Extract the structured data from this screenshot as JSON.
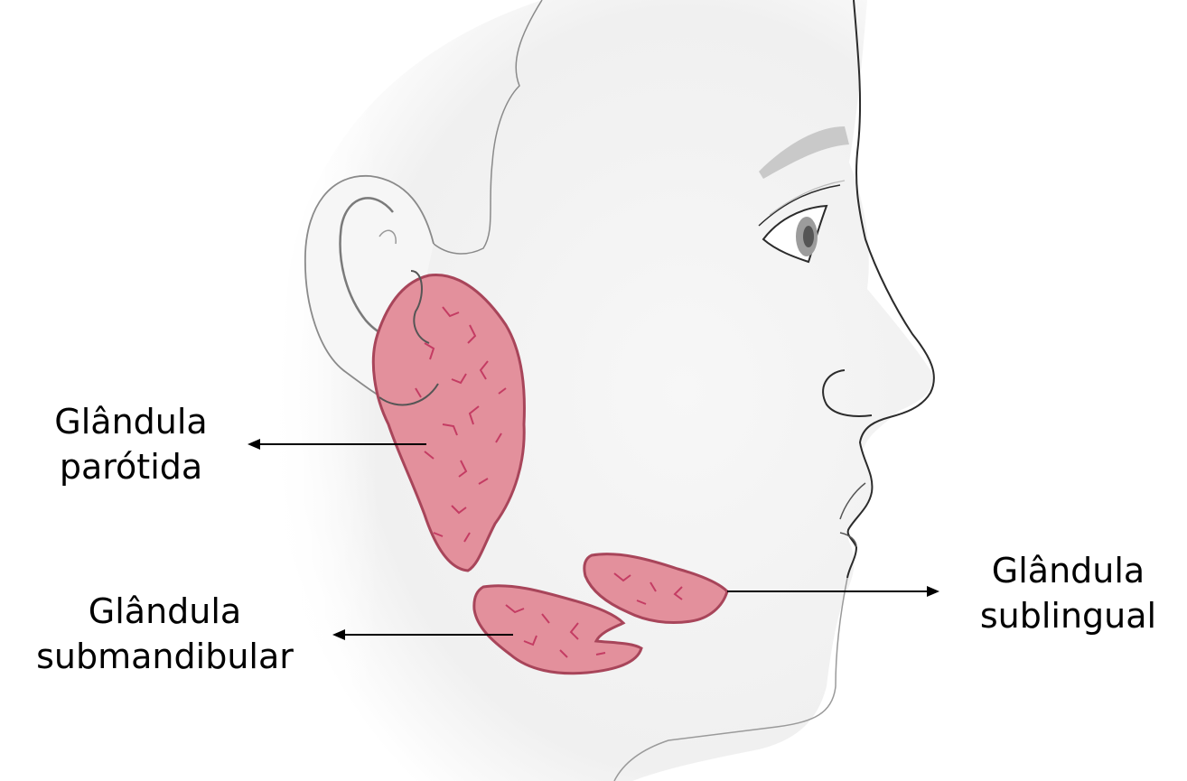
{
  "labels": {
    "parotid": {
      "line1": "Glândula",
      "line2": "parótida"
    },
    "submandibular": {
      "line1": "Glândula",
      "line2": "submandibular"
    },
    "sublingual": {
      "line1": "Glândula",
      "line2": "sublingual"
    }
  },
  "colors": {
    "gland_fill": "#e3909c",
    "gland_stroke": "#a8455a",
    "gland_veins": "#c43c63",
    "skin_shadow": "#e6e6e6",
    "outline": "#2b2b2b",
    "arrow": "#000000"
  }
}
